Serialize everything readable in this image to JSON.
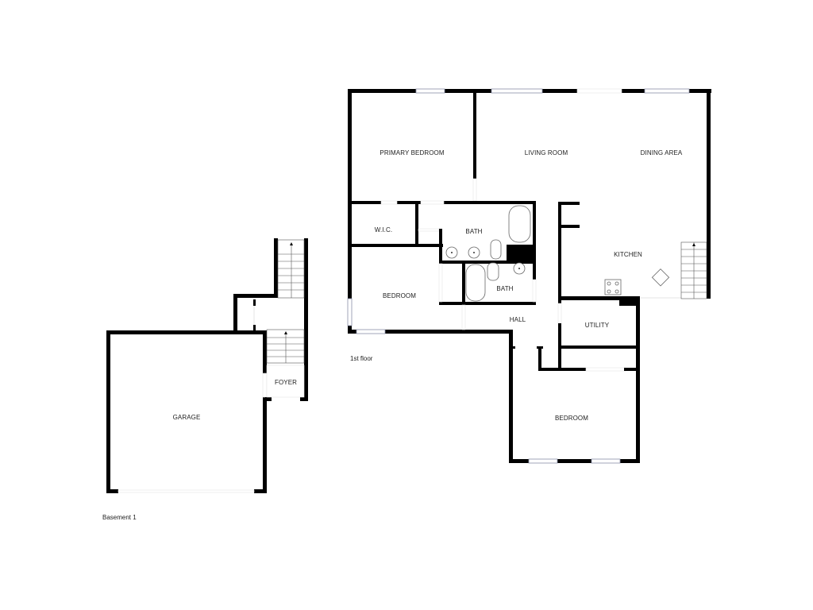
{
  "floor_plan": {
    "floors": [
      {
        "label": "1st floor",
        "rooms": [
          {
            "name": "PRIMARY BEDROOM"
          },
          {
            "name": "LIVING ROOM"
          },
          {
            "name": "DINING AREA"
          },
          {
            "name": "W.I.C."
          },
          {
            "name": "BATH"
          },
          {
            "name": "KITCHEN"
          },
          {
            "name": "BEDROOM"
          },
          {
            "name": "BATH"
          },
          {
            "name": "HALL"
          },
          {
            "name": "UTILITY"
          },
          {
            "name": "BEDROOM"
          }
        ]
      },
      {
        "label": "Basement 1",
        "rooms": [
          {
            "name": "FOYER"
          },
          {
            "name": "GARAGE"
          }
        ]
      }
    ],
    "colors": {
      "wall": "#000000",
      "window": "#8a8fa8",
      "background": "#ffffff"
    }
  }
}
